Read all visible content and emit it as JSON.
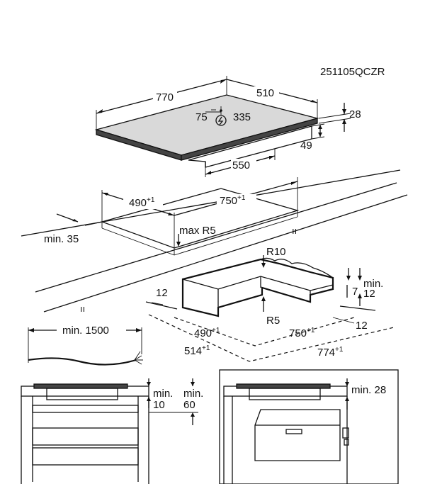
{
  "document_id": "251105QCZR",
  "hob": {
    "width": "770",
    "depth": "510",
    "cable_offset_x": "75",
    "cable_offset_y": "335",
    "thickness": "28",
    "height_below": "49",
    "bottom_width": "550"
  },
  "cutout": {
    "depth": "490",
    "depth_sup": "+1",
    "width": "750",
    "width_sup": "+1",
    "max_radius": "max R5",
    "min_front": "min. 35"
  },
  "corner_cutout": {
    "r_outer": "R10",
    "r_inner": "R5",
    "left_margin": "12",
    "min_label": "min.",
    "min_value": "12",
    "height": "7",
    "right_margin": "12",
    "depth": "490",
    "depth_sup": "+1",
    "width": "750",
    "width_sup": "+1",
    "outer_depth": "514",
    "outer_depth_sup": "+1",
    "outer_width": "774",
    "outer_width_sup": "+1"
  },
  "cable": {
    "min_length": "min. 1500"
  },
  "section_left": {
    "min_label_a": "min.",
    "min_value_a": "10",
    "min_label_b": "min.",
    "min_value_b": "60"
  },
  "section_right": {
    "min_label": "min. 28"
  }
}
